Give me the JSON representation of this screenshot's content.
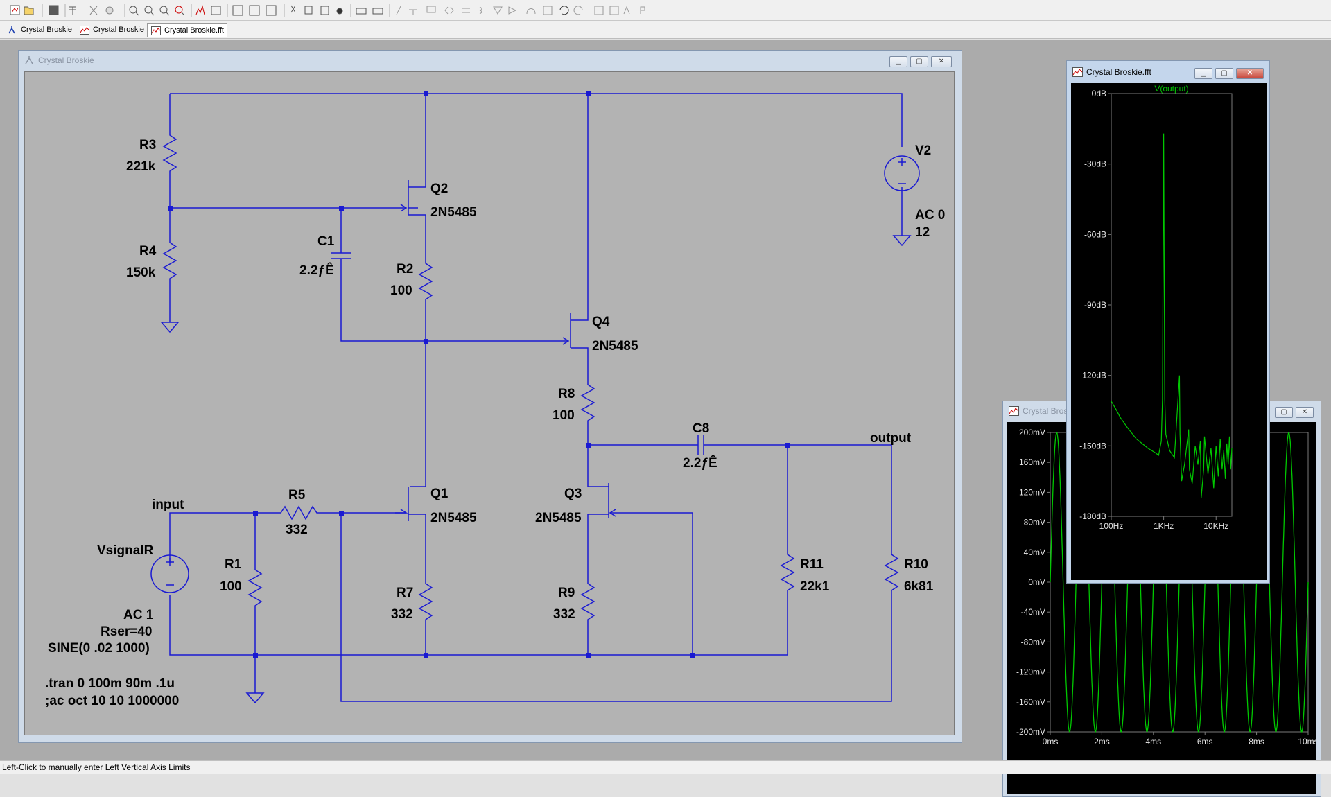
{
  "tabs": [
    {
      "label": "Crystal Broskie"
    },
    {
      "label": "Crystal Broskie"
    },
    {
      "label": "Crystal Broskie.fft"
    }
  ],
  "status_text": "Left-Click to manually enter Left Vertical Axis Limits",
  "schematic_window": {
    "title": "Crystal Broskie",
    "labels": {
      "r3": "R3",
      "r3v": "221k",
      "r4": "R4",
      "r4v": "150k",
      "q2": "Q2",
      "q2v": "2N5485",
      "c1": "C1",
      "c1v": "2.2ƒÊ",
      "r2": "R2",
      "r2v": "100",
      "v2": "V2",
      "v2a": "AC 0",
      "v2b": "12",
      "q4": "Q4",
      "q4v": "2N5485",
      "r8": "R8",
      "r8v": "100",
      "c8": "C8",
      "c8v": "2.2ƒÊ",
      "output": "output",
      "input": "input",
      "r5": "R5",
      "r5v": "332",
      "q1": "Q1",
      "q1v": "2N5485",
      "q3": "Q3",
      "q3v": "2N5485",
      "vsig": "VsignalR",
      "r1": "R1",
      "r1v": "100",
      "r7": "R7",
      "r7v": "332",
      "r9": "R9",
      "r9v": "332",
      "r11": "R11",
      "r11v": "22k1",
      "r10": "R10",
      "r10v": "6k81",
      "ac1": "AC 1",
      "rser": "Rser=40",
      "sine": "SINE(0 .02 1000)",
      "tran": ".tran 0 100m 90m .1u",
      "ac": ";ac oct 10 10 1000000"
    }
  },
  "waveform_window": {
    "title": "Crystal Broskie",
    "chart_data": {
      "type": "line",
      "title": "",
      "y_ticks": [
        "200mV",
        "160mV",
        "120mV",
        "80mV",
        "40mV",
        "0mV",
        "-40mV",
        "-80mV",
        "-120mV",
        "-160mV",
        "-200mV"
      ],
      "x_ticks": [
        "0ms",
        "2ms",
        "4ms",
        "6ms",
        "8ms",
        "10ms"
      ],
      "ylim": [
        -200,
        200
      ],
      "xlim": [
        0,
        10
      ],
      "series": [
        {
          "frequency_khz": 1,
          "amplitude_mv": 200,
          "color": "#00c800"
        }
      ]
    }
  },
  "fft_window": {
    "title": "Crystal Broskie.fft",
    "chart_data": {
      "type": "line",
      "title": "",
      "y_ticks": [
        "0dB",
        "-30dB",
        "-60dB",
        "-90dB",
        "-120dB",
        "-150dB",
        "-180dB"
      ],
      "x_ticks": [
        "100Hz",
        "1KHz",
        "10KHz"
      ],
      "ylim": [
        -180,
        0
      ],
      "x_scale": "log",
      "xlim_hz": [
        100,
        20000
      ],
      "series": [
        {
          "name": "V(output)",
          "color": "#00c800",
          "points_hz_db": [
            [
              100,
              -131
            ],
            [
              120,
              -134
            ],
            [
              150,
              -138
            ],
            [
              200,
              -142
            ],
            [
              300,
              -147
            ],
            [
              500,
              -151
            ],
            [
              700,
              -153
            ],
            [
              800,
              -154
            ],
            [
              900,
              -148
            ],
            [
              950,
              -130
            ],
            [
              1000,
              -17
            ],
            [
              1050,
              -130
            ],
            [
              1100,
              -145
            ],
            [
              1300,
              -152
            ],
            [
              1600,
              -155
            ],
            [
              2000,
              -120
            ],
            [
              2050,
              -145
            ],
            [
              2200,
              -165
            ],
            [
              2500,
              -158
            ],
            [
              3000,
              -143
            ],
            [
              3100,
              -160
            ],
            [
              3500,
              -166
            ],
            [
              4000,
              -150
            ],
            [
              4500,
              -158
            ],
            [
              5000,
              -148
            ],
            [
              5200,
              -172
            ],
            [
              5800,
              -160
            ],
            [
              6000,
              -146
            ],
            [
              7000,
              -162
            ],
            [
              8000,
              -151
            ],
            [
              9000,
              -168
            ],
            [
              10000,
              -150
            ],
            [
              11000,
              -163
            ],
            [
              12000,
              -147
            ],
            [
              13000,
              -160
            ],
            [
              14000,
              -152
            ],
            [
              15000,
              -164
            ],
            [
              16000,
              -149
            ],
            [
              17000,
              -158
            ],
            [
              18000,
              -146
            ],
            [
              19000,
              -160
            ],
            [
              20000,
              -151
            ]
          ]
        }
      ]
    }
  }
}
